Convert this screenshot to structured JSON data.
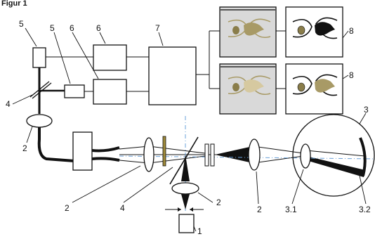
{
  "figure": {
    "title": "Figur 1",
    "labels": {
      "l1": "1",
      "l2a": "2",
      "l2b": "2",
      "l2c": "2",
      "l2d": "2",
      "l3": "3",
      "l3_1": "3.1",
      "l3_2": "3.2",
      "l4a": "4",
      "l4b": "4",
      "l5a": "5",
      "l5b": "5",
      "l6a": "6",
      "l6b": "6",
      "l7": "7",
      "l8a": "8",
      "l8b": "8"
    },
    "colors": {
      "line": "#111111",
      "monitor_bg": "#d9d9d9",
      "olive": "#a89a66",
      "olive_dark": "#8a7d4a",
      "tan_light": "#d6c9a0",
      "cornea_blue": "#6aa0d8",
      "filter_green": "#a08a3a"
    }
  }
}
